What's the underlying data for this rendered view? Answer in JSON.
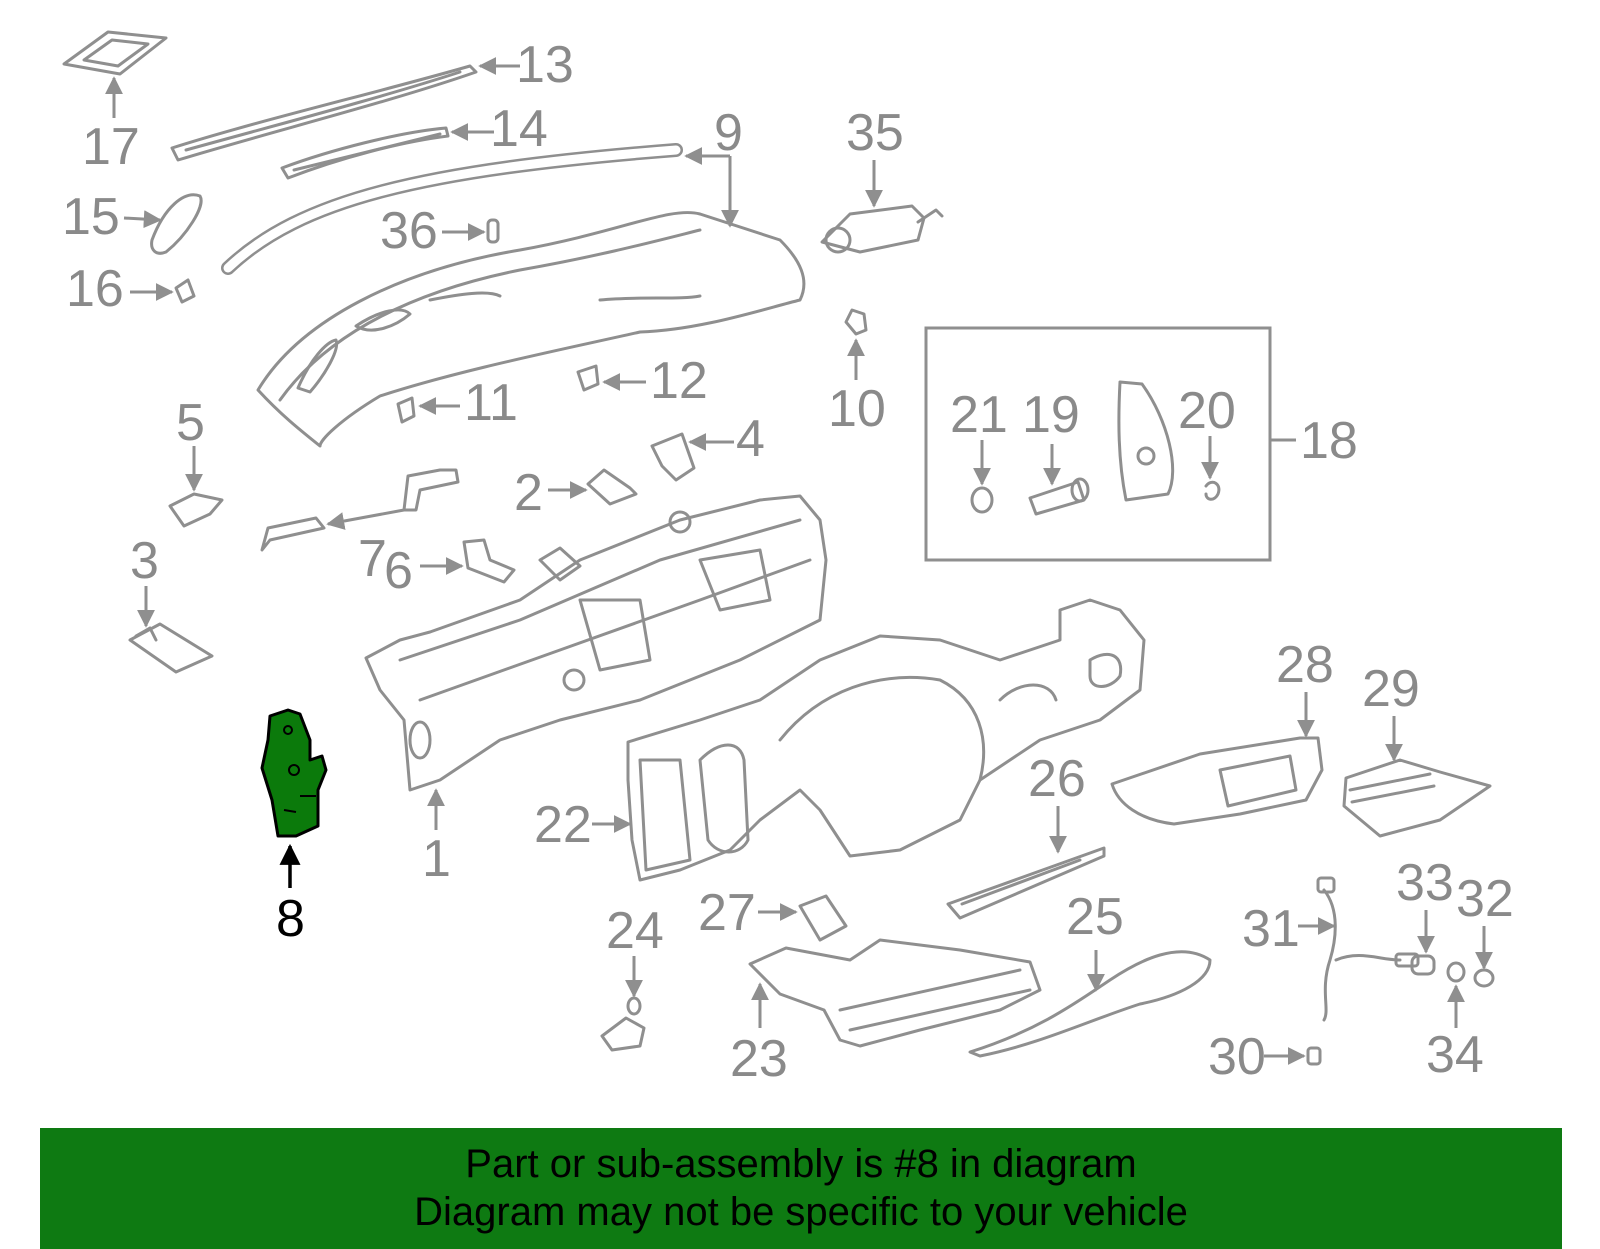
{
  "highlight_color": "#0e7a12",
  "highlighted_part": "8",
  "banner": {
    "line1": "Part or sub-assembly is #8 in diagram",
    "line2": "Diagram may not be specific to your vehicle"
  },
  "callouts": {
    "c1": "1",
    "c2": "2",
    "c3": "3",
    "c4": "4",
    "c5": "5",
    "c6": "6",
    "c7": "7",
    "c8": "8",
    "c9": "9",
    "c10": "10",
    "c11": "11",
    "c12": "12",
    "c13": "13",
    "c14": "14",
    "c15": "15",
    "c16": "16",
    "c17": "17",
    "c18": "18",
    "c19": "19",
    "c20": "20",
    "c21": "21",
    "c22": "22",
    "c23": "23",
    "c24": "24",
    "c25": "25",
    "c26": "26",
    "c27": "27",
    "c28": "28",
    "c29": "29",
    "c30": "30",
    "c31": "31",
    "c32": "32",
    "c33": "33",
    "c34": "34",
    "c35": "35",
    "c36": "36"
  }
}
